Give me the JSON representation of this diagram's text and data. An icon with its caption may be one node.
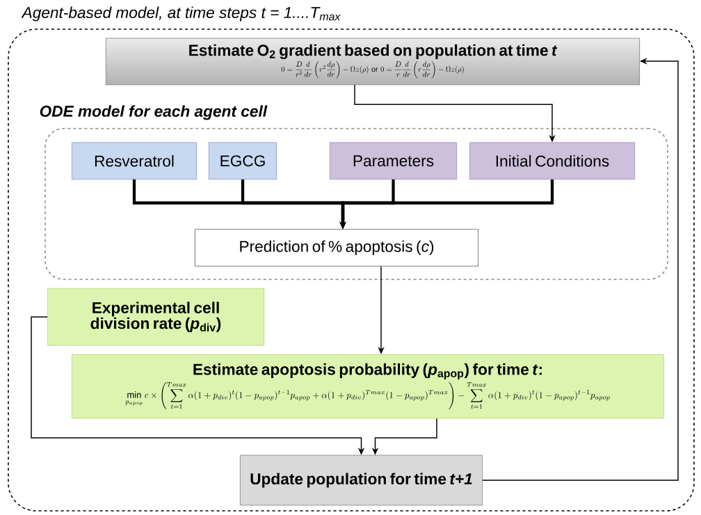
{
  "diagram": {
    "nodes": [
      {
        "text": [
          "Agent-based model, at time steps t = 1....T$_{max}$"
        ]
      },
      {
        "text": [
          "Estimate O$_{2}$ gradient based on population at time *t*",
          "0 = \\frac{D}{r^2}\\frac{d}{dr}\\left(r^2\\frac{d\\rho}{dr}\\right) - \\Omega z(\\rho) \\text{ or } 0 = \\frac{D}{r}\\frac{d}{dr}\\left(r\\frac{d\\rho}{dr}\\right) - \\Omega z(\\rho)"
        ],
        "in": 0
      },
      {
        "text": [
          "ODE model for each agent cell"
        ],
        "in": 0
      },
      {
        "text": [
          "Resveratrol"
        ],
        "in": 2
      },
      {
        "text": [
          "EGCG"
        ],
        "in": 2
      },
      {
        "text": [
          "Parameters"
        ],
        "in": 2
      },
      {
        "text": [
          "Initial Conditions"
        ],
        "in": 2
      },
      {
        "text": [
          "Prediction of % apoptosis (*c*)"
        ],
        "in": 2
      },
      {
        "text": [
          "Experimental cell division rate (*p*$_{div}$)"
        ],
        "in": 0
      },
      {
        "text": [
          "Estimate apoptosis probability (*p*$_{apop}$) for time *t*:",
          "\\min_{p_{apop}} c \\times \\left( \\sum_{t=1}^{Tmax} \\alpha(1+p_{div})^{t}(1-p_{apop})^{t-1}p_{apop} + \\alpha(1+p_{div})^{Tmax}(1-p_{apop})^{Tmax} \\right) - \\sum_{t=1}^{Tmax} \\alpha(1+p_{div})^{t}(1-p_{apop})^{t-1}p_{apop}"
        ],
        "in": 0
      },
      {
        "text": [
          "Update population for time *t+1*"
        ],
        "in": 0
      }
    ],
    "edges": [
      {
        "from": 1,
        "to": 6,
        "arrow": "to"
      },
      {
        "from": 3,
        "to": 7,
        "arrow": "to",
        "style": "thick"
      },
      {
        "from": 4,
        "to": 7,
        "arrow": "to",
        "style": "thick"
      },
      {
        "from": 5,
        "to": 7,
        "arrow": "to",
        "style": "thick"
      },
      {
        "from": 6,
        "to": 7,
        "arrow": "to",
        "style": "thick"
      },
      {
        "from": 7,
        "to": 9,
        "arrow": "to"
      },
      {
        "from": 8,
        "to": 10,
        "arrow": "to"
      },
      {
        "from": 9,
        "to": 10,
        "arrow": "to"
      },
      {
        "from": 10,
        "to": 1,
        "arrow": "to"
      }
    ]
  }
}
